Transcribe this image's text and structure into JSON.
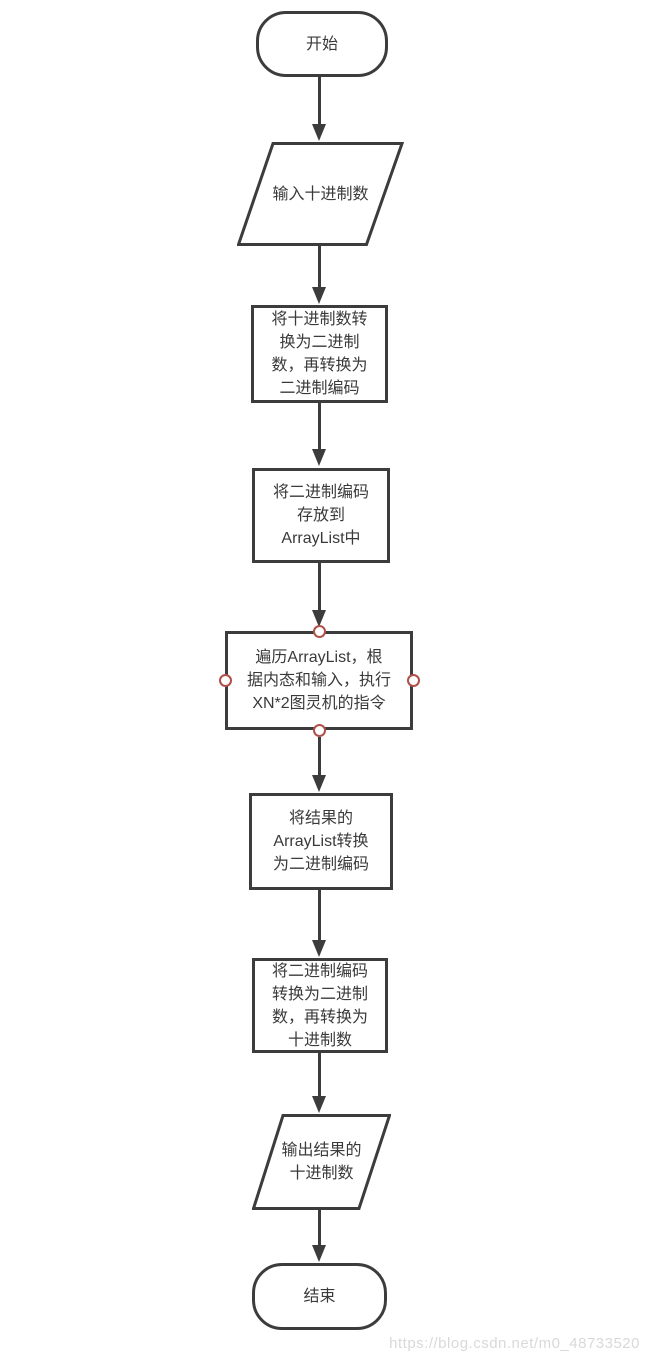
{
  "colors": {
    "stroke": "#3c3c3c",
    "text": "#3a3a3a",
    "node-fill": "#ffffff",
    "anchor": "#b0504a",
    "watermark": "#d9d9d9"
  },
  "flowchart": {
    "nodes": [
      {
        "id": "start",
        "type": "terminator",
        "label": "开始"
      },
      {
        "id": "input-decimal",
        "type": "input-output",
        "label": "输入十进制数"
      },
      {
        "id": "decimal-to-binary-code",
        "type": "process",
        "label": "将十进制数转\n换为二进制\n数，再转换为\n二进制编码"
      },
      {
        "id": "store-in-arraylist",
        "type": "process",
        "label": "将二进制编码\n存放到\nArrayList中"
      },
      {
        "id": "traverse-arraylist-turing",
        "type": "process",
        "selected": true,
        "label": "遍历ArrayList，根\n据内态和输入，执行\nXN*2图灵机的指令"
      },
      {
        "id": "result-arraylist-to-binary-code",
        "type": "process",
        "label": "将结果的\nArrayList转换\n为二进制编码"
      },
      {
        "id": "binary-code-to-decimal",
        "type": "process",
        "label": "将二进制编码\n转换为二进制\n数，再转换为\n十进制数"
      },
      {
        "id": "output-decimal",
        "type": "input-output",
        "label": "输出结果的\n十进制数"
      },
      {
        "id": "end",
        "type": "terminator",
        "label": "结束"
      }
    ]
  },
  "watermark": {
    "text": "https://blog.csdn.net/m0_48733520"
  }
}
